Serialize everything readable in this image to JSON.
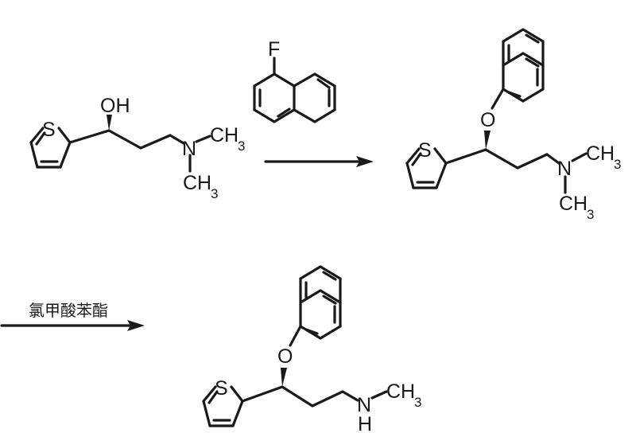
{
  "atoms": {
    "sulfur": "S",
    "oxygen": "O",
    "hydroxyl": "OH",
    "nitrogen": "N",
    "nh": "N",
    "nh_h": "H",
    "fluorine": "F",
    "methyl": "CH",
    "methyl_sub": "3"
  },
  "reagents": {
    "step2": "氯甲酸苯酯"
  },
  "colors": {
    "ink": "#1a1a1a",
    "background": "#ffffff"
  }
}
